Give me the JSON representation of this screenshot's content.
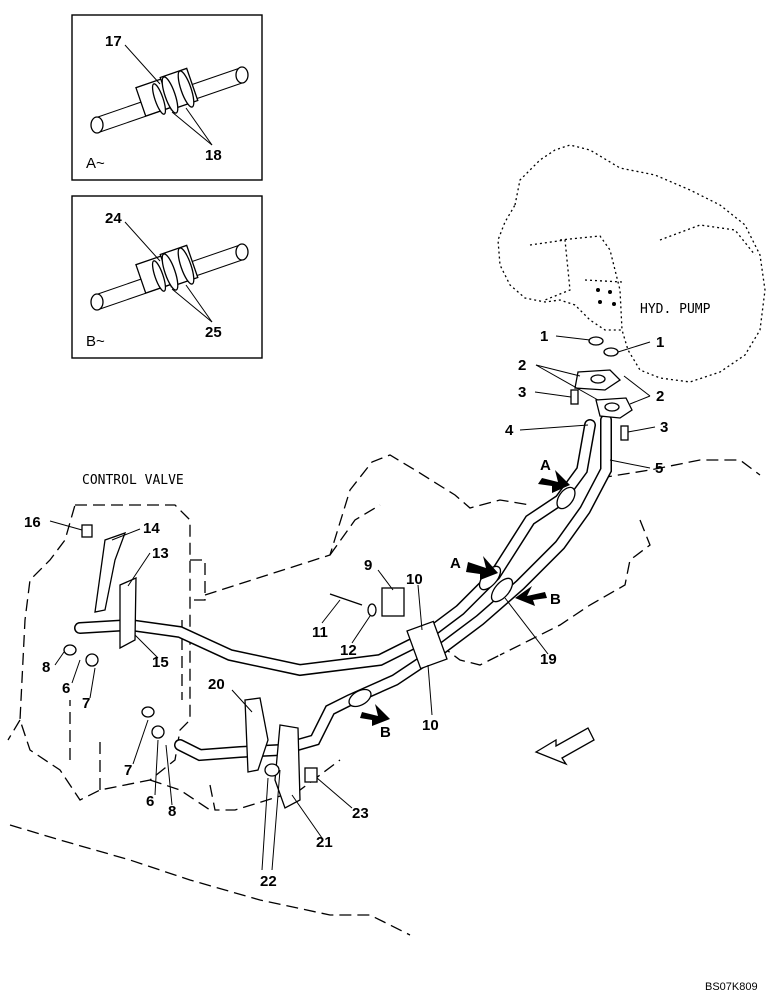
{
  "insets": [
    {
      "view_label": "A~",
      "top_part": "17",
      "bottom_part": "18"
    },
    {
      "view_label": "B~",
      "top_part": "24",
      "bottom_part": "25"
    }
  ],
  "labels": {
    "hyd_pump": "HYD. PUMP",
    "control_valve": "CONTROL VALVE",
    "drawing_code": "BS07K809"
  },
  "view_markers": {
    "a": "A",
    "b": "B"
  },
  "part_numbers": {
    "p1": "1",
    "p2": "2",
    "p3": "3",
    "p4": "4",
    "p5": "5",
    "p6": "6",
    "p7": "7",
    "p8": "8",
    "p9": "9",
    "p10": "10",
    "p11": "11",
    "p12": "12",
    "p13": "13",
    "p14": "14",
    "p15": "15",
    "p16": "16",
    "p19": "19",
    "p20": "20",
    "p21": "21",
    "p22": "22",
    "p23": "23"
  }
}
